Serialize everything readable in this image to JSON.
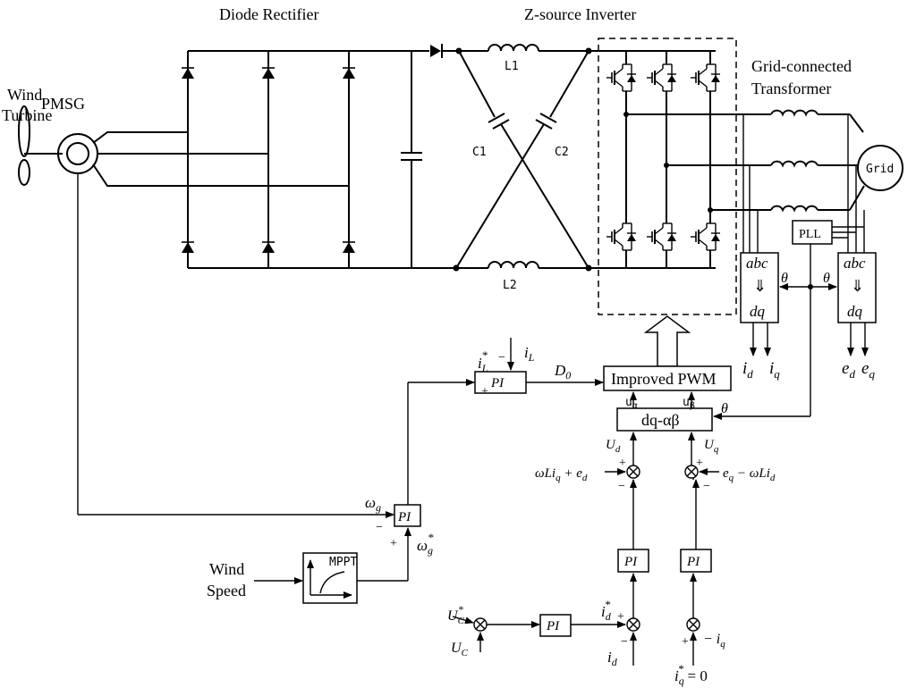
{
  "titles": {
    "rectifier": "Diode Rectifier",
    "zsource": "Z-source Inverter",
    "transformer_line1": "Grid-connected",
    "transformer_line2": "Transformer",
    "wind_line1": "Wind",
    "wind_line2": "Turbine",
    "pmsg": "PMSG",
    "grid": "Grid"
  },
  "components": {
    "L1": "L1",
    "L2": "L2",
    "C1": "C1",
    "C2": "C2",
    "pll": "PLL",
    "pwm": "Improved PWM",
    "dq_ab": "dq-αβ",
    "pi": "PI",
    "mppt": "MPPT",
    "abc": "abc",
    "arrow": "⇓",
    "dq": "dq"
  },
  "signals": {
    "iL_star": "i",
    "iL_star_sub": "L",
    "iL_star_sup": "*",
    "iL": "i",
    "iL_sub": "L",
    "D0": "D",
    "D0_sub": "0",
    "u_alpha": "u",
    "u_alpha_sub": "α",
    "u_beta": "u",
    "u_beta_sub": "β",
    "theta": "θ",
    "Ud": "U",
    "Ud_sub": "d",
    "Uq": "U",
    "Uq_sub": "q",
    "ff_d": "ωLi",
    "ff_d_sub": "q",
    "ff_d_rest": " + e",
    "ff_d_rest_sub": "d",
    "ff_q": "e",
    "ff_q_sub": "q",
    "ff_q_rest": " − ωLi",
    "ff_q_rest_sub": "d",
    "omega_g": "ω",
    "omega_g_sub": "g",
    "omega_g_star": "ω",
    "omega_g_star_sub": "g",
    "omega_g_star_sup": "*",
    "wind_speed_line1": "Wind",
    "wind_speed_line2": "Speed",
    "Uc_star": "U",
    "Uc_star_sub": "C",
    "Uc_star_sup": "*",
    "Uc": "U",
    "Uc_sub": "C",
    "id_star": "i",
    "id_star_sub": "d",
    "id_star_sup": "*",
    "id": "i",
    "id_sub": "d",
    "minus_iq": "− i",
    "minus_iq_sub": "q",
    "iq_star_eq": "i",
    "iq_star_eq_sub": "q",
    "iq_star_eq_sup": "*",
    "iq_star_eq_rest": " = 0",
    "out_id": "i",
    "out_id_sub": "d",
    "out_iq": "i",
    "out_iq_sub": "q",
    "out_ed": "e",
    "out_ed_sub": "d",
    "out_eq": "e",
    "out_eq_sub": "q",
    "plus": "+",
    "minus": "−"
  }
}
